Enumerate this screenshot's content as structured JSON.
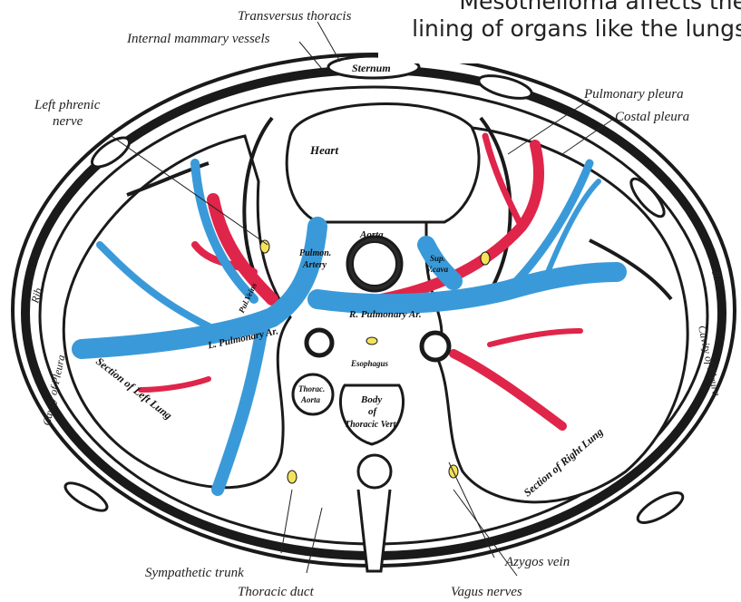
{
  "caption": {
    "line1": "Mesothelioma affects the",
    "line2": "lining of organs like the lungs"
  },
  "labels": {
    "transversus_thoracis": "Transversus thoracis",
    "internal_mammary_vessels": "Internal mammary vessels",
    "sternum": "Sternum",
    "left_phrenic_nerve_1": "Left phrenic",
    "left_phrenic_nerve_2": "nerve",
    "pulmonary_pleura": "Pulmonary pleura",
    "costal_pleura": "Costal pleura",
    "heart": "Heart",
    "aorta": "Aorta",
    "pulmonary_artery_1": "Pulmon.",
    "pulmonary_artery_2": "Artery",
    "sup_vena_cava_1": "Sup.",
    "sup_vena_cava_2": "V.cava",
    "pulm_veins_left": "Pul.Veins",
    "l_pulmonary_artery": "L. Pulmonary Ar.",
    "r_pulmonary_artery": "R. Pulmonary Ar.",
    "cavity_of_pleura_left": "Cavity of Pleura",
    "cavity_of_pleura_right": "Cavity of Pleura",
    "rib_left": "Rib",
    "rib_right": "Rib",
    "section_of_left_lung": "Section of Left Lung",
    "section_of_right_lung": "Section of Right Lung",
    "esophagus": "Esophagus",
    "thoracic_aorta_1": "Thorac.",
    "thoracic_aorta_2": "Aorta",
    "body_of_thoracic_vert_1": "Body",
    "body_of_thoracic_vert_2": "of",
    "body_of_thoracic_vert_3": "Thoracic Vert.",
    "sympathetic_trunk": "Sympathetic trunk",
    "thoracic_duct": "Thoracic duct",
    "azygos_vein": "Azygos vein",
    "vagus_nerves": "Vagus nerves"
  },
  "colors": {
    "artery_blue": "#3a9ad9",
    "vein_red": "#e0254a",
    "nerve_yellow": "#f2e35a",
    "outline": "#1a1a1a"
  }
}
